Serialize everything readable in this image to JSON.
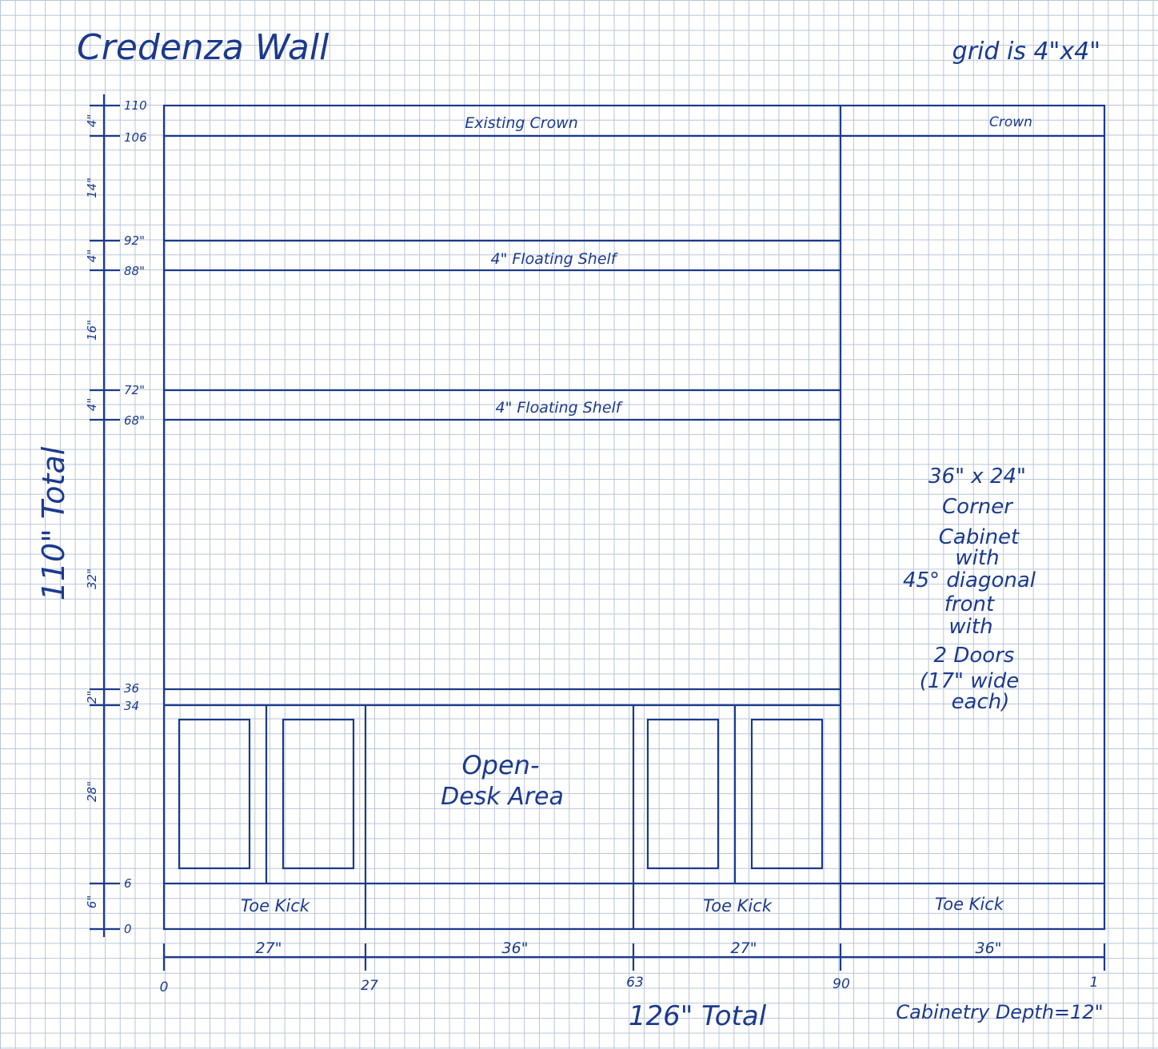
{
  "sheet": {
    "title": "Credenza Wall",
    "grid_note": "grid is 4\"x4\"",
    "total_height": "110\" Total",
    "total_width": "126\" Total",
    "depth_note": "Cabinetry Depth=12\""
  },
  "colors": {
    "ink": "#1c3a8c",
    "grid": "#b8c6d8",
    "paper": "#ffffff"
  },
  "labels": {
    "existing_crown": "Existing Crown",
    "crown": "Crown",
    "shelf_upper": "4\" Floating Shelf",
    "shelf_lower": "4\" Floating Shelf",
    "open_area_line1": "Open-",
    "open_area_line2": "Desk Area",
    "toe_kick_left": "Toe Kick",
    "toe_kick_center": "Toe Kick",
    "toe_kick_right": "Toe Kick",
    "corner_cabinet": [
      "36\" x 24\"",
      "Corner",
      "Cabinet",
      "with",
      "45° diagonal",
      "front",
      "with",
      "2 Doors",
      "(17\" wide",
      "each)"
    ]
  },
  "height_marks": [
    "110",
    "106",
    "92\"",
    "88\"",
    "72\"",
    "68\"",
    "36",
    "34",
    "6",
    "0"
  ],
  "height_segments": [
    "4\"",
    "14\"",
    "4\"",
    "16\"",
    "4\"",
    "32\"",
    "2\"",
    "28\"",
    "6\""
  ],
  "width_marks": [
    "0",
    "27",
    "63",
    "90",
    "1"
  ],
  "width_segments": [
    "27\"",
    "36\"",
    "27\"",
    "36\""
  ]
}
